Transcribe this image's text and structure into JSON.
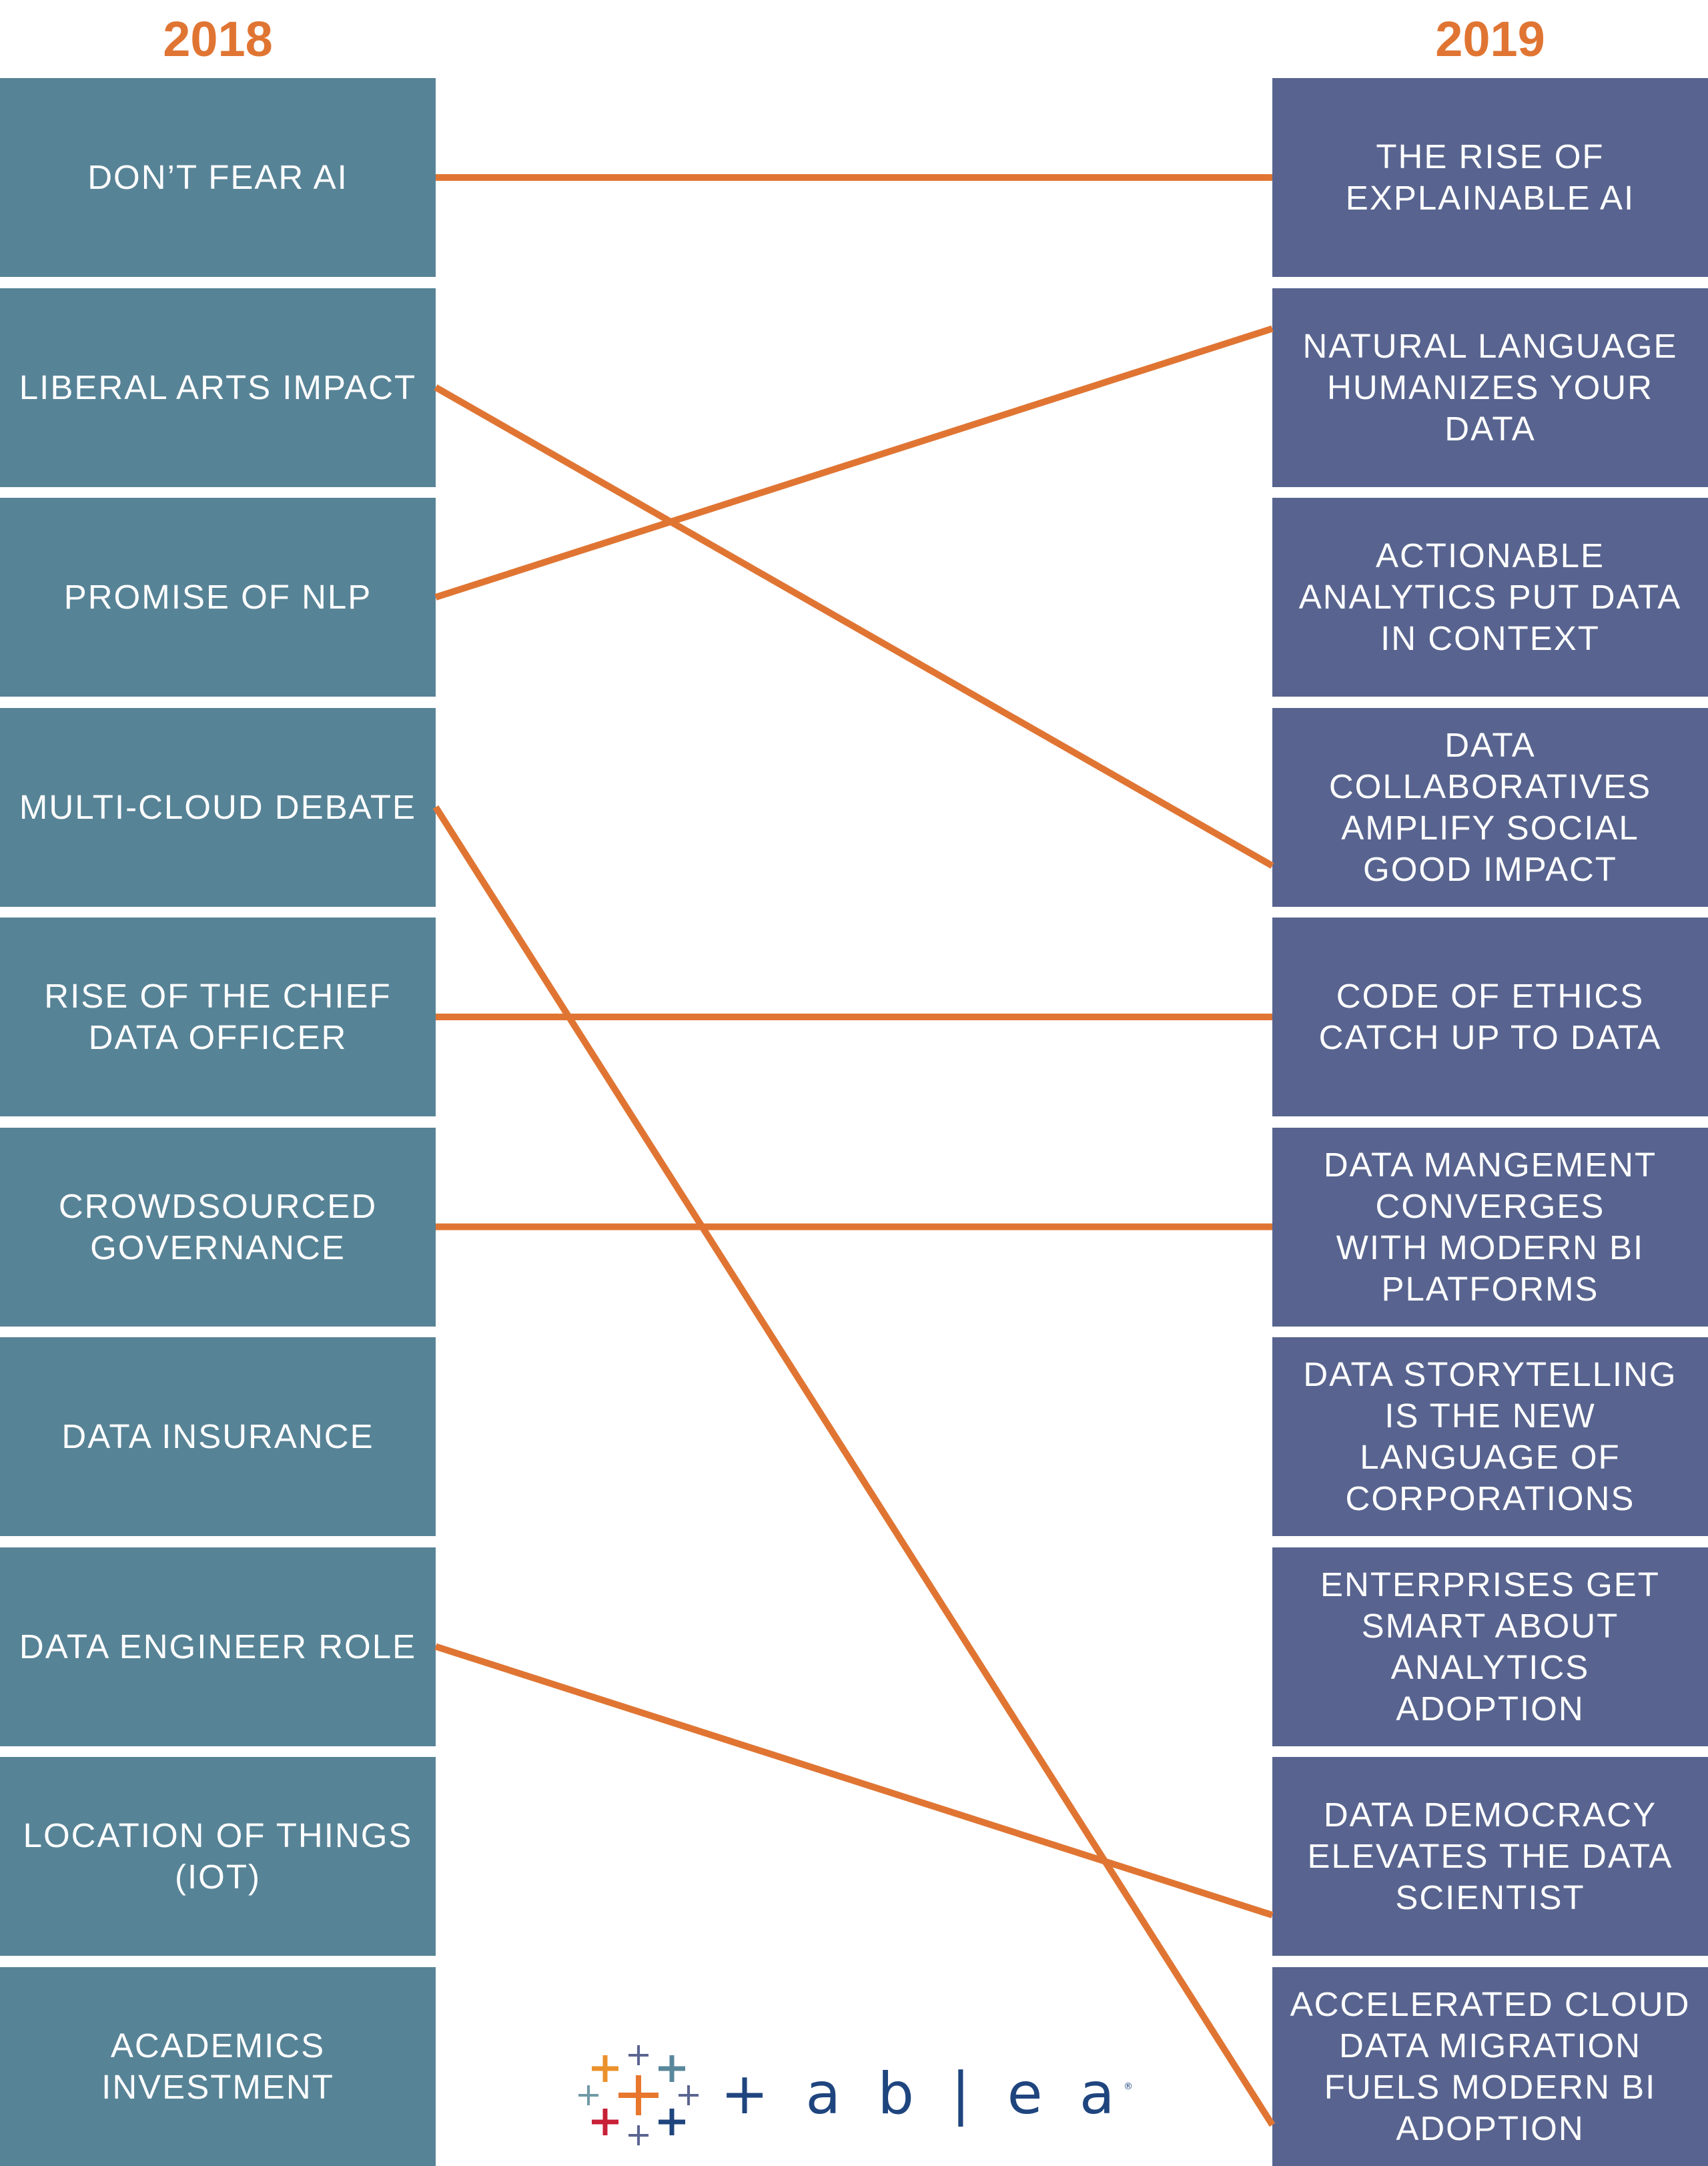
{
  "header": {
    "left_year": "2018",
    "right_year": "2019"
  },
  "left_items": [
    "DON’T FEAR AI",
    "LIBERAL ARTS IMPACT",
    "PROMISE OF NLP",
    "MULTI-CLOUD DEBATE",
    "RISE OF THE CHIEF\nDATA OFFICER",
    "CROWDSOURCED\nGOVERNANCE",
    "DATA INSURANCE",
    "DATA ENGINEER ROLE",
    "LOCATION OF THINGS\n(IOT)",
    "ACADEMICS\nINVESTMENT"
  ],
  "right_items": [
    "THE RISE OF\nEXPLAINABLE AI",
    "NATURAL LANGUAGE\nHUMANIZES YOUR\nDATA",
    "ACTIONABLE\nANALYTICS PUT DATA\nIN CONTEXT",
    "DATA\nCOLLABORATIVES\nAMPLIFY SOCIAL\nGOOD IMPACT",
    "CODE OF ETHICS\nCATCH UP TO DATA",
    "DATA MANGEMENT\nCONVERGES\nWITH MODERN BI\nPLATFORMS",
    "DATA STORYTELLING\nIS THE NEW\nLANGUAGE OF\nCORPORATIONS",
    "ENTERPRISES GET\nSMART ABOUT\nANALYTICS\nADOPTION",
    "DATA DEMOCRACY\nELEVATES THE DATA\nSCIENTIST",
    "ACCELERATED CLOUD\nDATA MIGRATION\nFUELS MODERN BI\nADOPTION"
  ],
  "connections": [
    {
      "from": 0,
      "to": 0
    },
    {
      "from": 1,
      "to": 3
    },
    {
      "from": 2,
      "to": 1
    },
    {
      "from": 3,
      "to": 9
    },
    {
      "from": 4,
      "to": 4
    },
    {
      "from": 5,
      "to": 5
    },
    {
      "from": 7,
      "to": 8
    }
  ],
  "logo": {
    "wordmark": "+ a b | e a u"
  },
  "colors": {
    "accent": "#e07533",
    "left_box": "#578396",
    "right_box": "#58648f"
  }
}
